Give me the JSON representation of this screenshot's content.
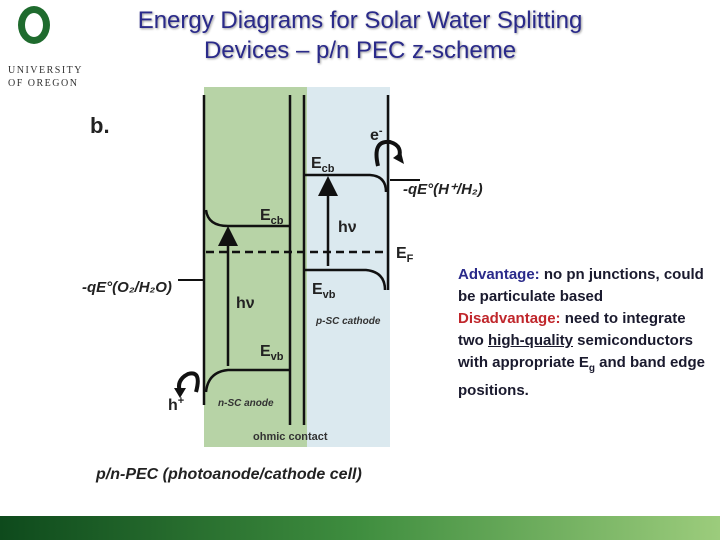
{
  "header": {
    "title_line1": "Energy Diagrams for Solar Water Splitting",
    "title_line2": "Devices – p/n PEC z-scheme"
  },
  "logo": {
    "line1": "UNIVERSITY",
    "line2": "OF OREGON"
  },
  "diagram": {
    "panel_label": "b.",
    "electron": "e",
    "electron_sup": "-",
    "ecb_right": "E",
    "ecb_right_sub": "cb",
    "h2_potential": "-qE°(H⁺/H₂)",
    "ecb_left": "E",
    "ecb_left_sub": "cb",
    "hv_right": "hν",
    "fermi": "E",
    "fermi_sub": "F",
    "o2_potential": "-qE°(O₂/H₂O)",
    "evb_right": "E",
    "evb_right_sub": "vb",
    "p_sc_cathode": "p-SC cathode",
    "hv_left": "hν",
    "evb_left": "E",
    "evb_left_sub": "vb",
    "hole": "h",
    "hole_sup": "+",
    "n_sc_anode": "n-SC anode",
    "ohmic_contact": "ohmic contact",
    "caption": "p/n-PEC (photoanode/cathode cell)"
  },
  "notes": {
    "advantage_label": "Advantage:",
    "advantage_text": " no pn junctions, could be particulate based",
    "disadvantage_label": "Disadvantage:",
    "disadvantage_text1": " need to integrate two ",
    "disadvantage_highlight": "high-quality",
    "disadvantage_text2": " semiconductors with appropriate E",
    "eg_sub": "g",
    "disadvantage_text3": " and band edge positions."
  },
  "colors": {
    "title": "#2a2a8a",
    "anode_region": "#b7d3a6",
    "cathode_region": "#dbe9ef",
    "advantage": "#2a2a8a",
    "disadvantage": "#c0262b",
    "bottom_bar": "#3f8e3f"
  }
}
